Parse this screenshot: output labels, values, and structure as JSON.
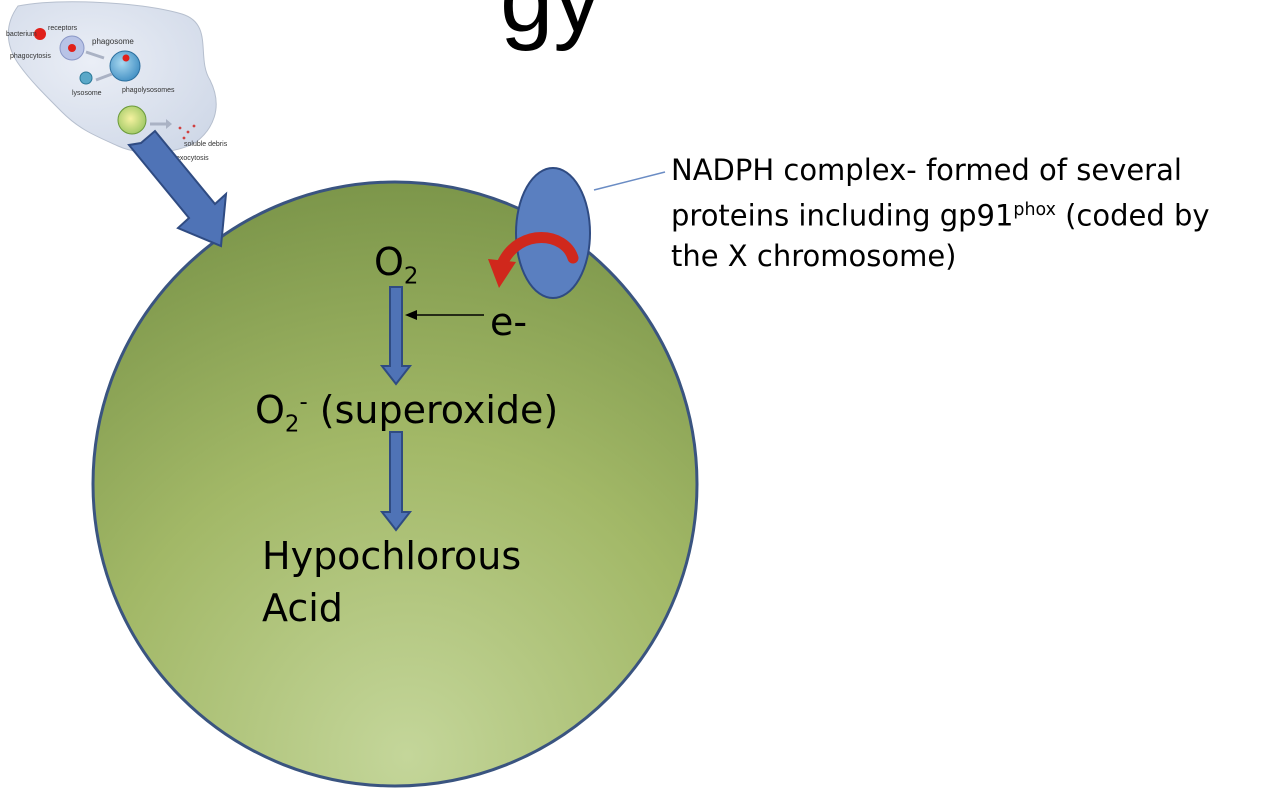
{
  "title_fragment": "gy",
  "o2": {
    "base": "O",
    "sub": "2"
  },
  "electron": "e-",
  "superoxide": {
    "base": "O",
    "sub": "2",
    "sup": "-",
    "text": " (superoxide)"
  },
  "hypochlorous": {
    "line1": "Hypochlorous",
    "line2": "Acid"
  },
  "nadph": {
    "part1": "NADPH complex- formed of several proteins including gp91",
    "sup": "phox",
    "part2": " (coded by the X chromosome)"
  },
  "phagocytosis_inset": {
    "bacterium": "bacterium",
    "receptors": "receptors",
    "phagocytosis": "phagocytosis",
    "phagosome": "phagosome",
    "lysosome": "lysosome",
    "phagolysosomes": "phagolysosomes",
    "soluble_debris": "soluble debris",
    "exocytosis": "exocytosis"
  },
  "colors": {
    "cell_fill_dark": "#7f9a4a",
    "cell_fill_light": "#c2d496",
    "cell_border": "#3a5480",
    "arrow_blue": "#4f73b6",
    "arrow_blue_border": "#2f4b82",
    "red_arrow": "#d0281c"
  }
}
